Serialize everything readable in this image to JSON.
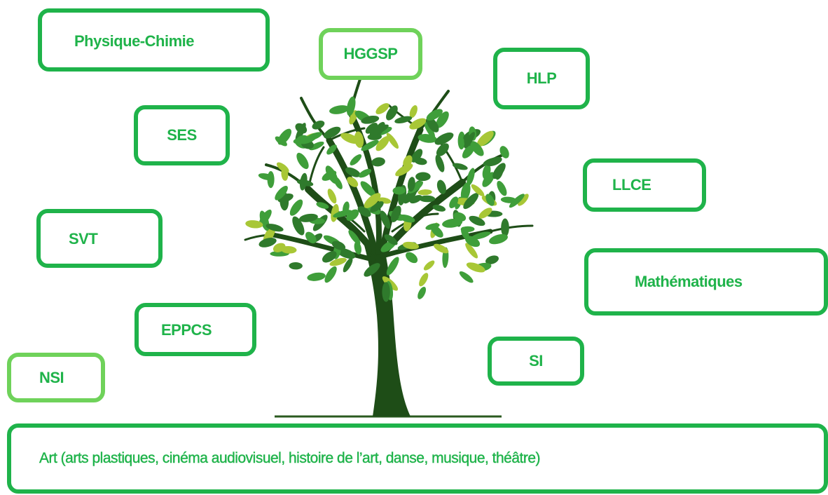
{
  "colors": {
    "box_border": "#1fb34a",
    "box_border_light": "#6fd25a",
    "text": "#1fb34a",
    "trunk": "#1e4d17",
    "leaf_dark": "#2f7a2c",
    "leaf_mid": "#3f9e3a",
    "leaf_light": "#a8c736"
  },
  "subjects": {
    "physique_chimie": "Physique-Chimie",
    "hggsp": "HGGSP",
    "hlp": "HLP",
    "ses": "SES",
    "llce": "LLCE",
    "svt": "SVT",
    "mathematiques": "Mathématiques",
    "eppcs": "EPPCS",
    "si": "SI",
    "nsi": "NSI",
    "art": "Art (arts plastiques, cinéma audiovisuel, histoire de l’art, danse, musique, théâtre)"
  },
  "illustration": {
    "icon": "tree-icon"
  }
}
